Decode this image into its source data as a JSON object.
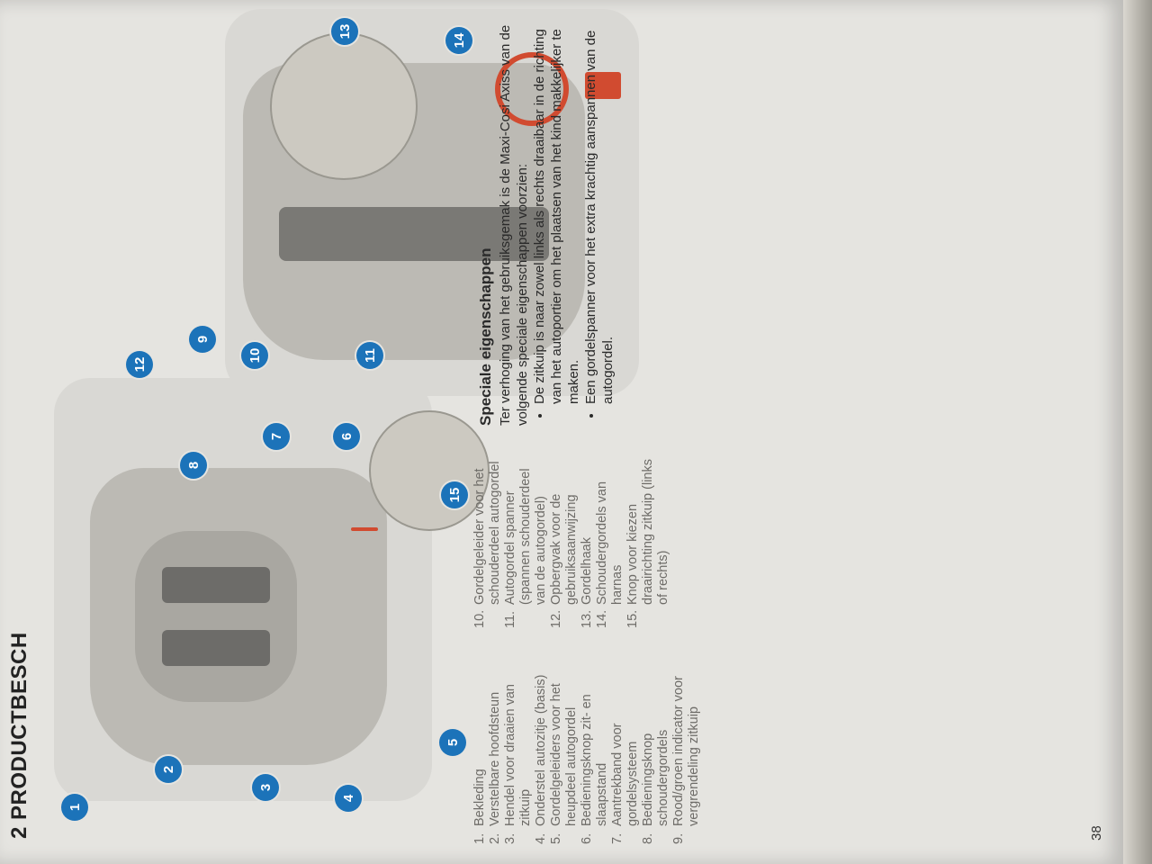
{
  "header": {
    "title": "2 PRODUCTBESCH"
  },
  "page_number": "38",
  "callouts": [
    "1",
    "2",
    "3",
    "4",
    "5",
    "6",
    "7",
    "8",
    "9",
    "10",
    "11",
    "12",
    "13",
    "14",
    "15"
  ],
  "legend_col1": [
    {
      "n": "1.",
      "t": "Bekleding"
    },
    {
      "n": "2.",
      "t": "Verstelbare hoofdsteun"
    },
    {
      "n": "3.",
      "t": "Hendel voor draaien van zitkuip"
    },
    {
      "n": "4.",
      "t": "Onderstel autozitje (basis)"
    },
    {
      "n": "5.",
      "t": "Gordelgeleiders voor het heupdeel autogordel"
    },
    {
      "n": "6.",
      "t": "Bedieningsknop zit- en slaapstand"
    },
    {
      "n": "7.",
      "t": "Aantrekband voor gordelsysteem"
    },
    {
      "n": "8.",
      "t": "Bedieningsknop schoudergordels"
    },
    {
      "n": "9.",
      "t": "Rood/groen indicator voor vergrendeling zitkuip"
    }
  ],
  "legend_col2": [
    {
      "n": "10.",
      "t": "Gordelgeleider voor het schouderdeel autogordel"
    },
    {
      "n": "11.",
      "t": "Autogordel spanner (spannen schouderdeel van de autogordel)"
    },
    {
      "n": "12.",
      "t": "Opbergvak voor de gebruiksaanwijzing"
    },
    {
      "n": "13.",
      "t": "Gordelhaak"
    },
    {
      "n": "14.",
      "t": "Schoudergordels van harnas"
    },
    {
      "n": "15.",
      "t": "Knop voor kiezen draairichting zitkuip (links of rechts)"
    }
  ],
  "special": {
    "title": "Speciale eigenschappen",
    "intro": "Ter verhoging van het gebruiksgemak is de Maxi-Cosi Axiss van de volgende speciale eigenschappen voorzien:",
    "bullets": [
      "De zitkuip is naar zowel links als rechts draaibaar in de richting van het autoportier om het plaatsen van het kind makkelijker te maken.",
      "Een gordelspanner voor het extra krachtig aanspannen van de autogordel."
    ]
  },
  "colors": {
    "badge": "#1c73b9",
    "accent": "#d14b30"
  }
}
